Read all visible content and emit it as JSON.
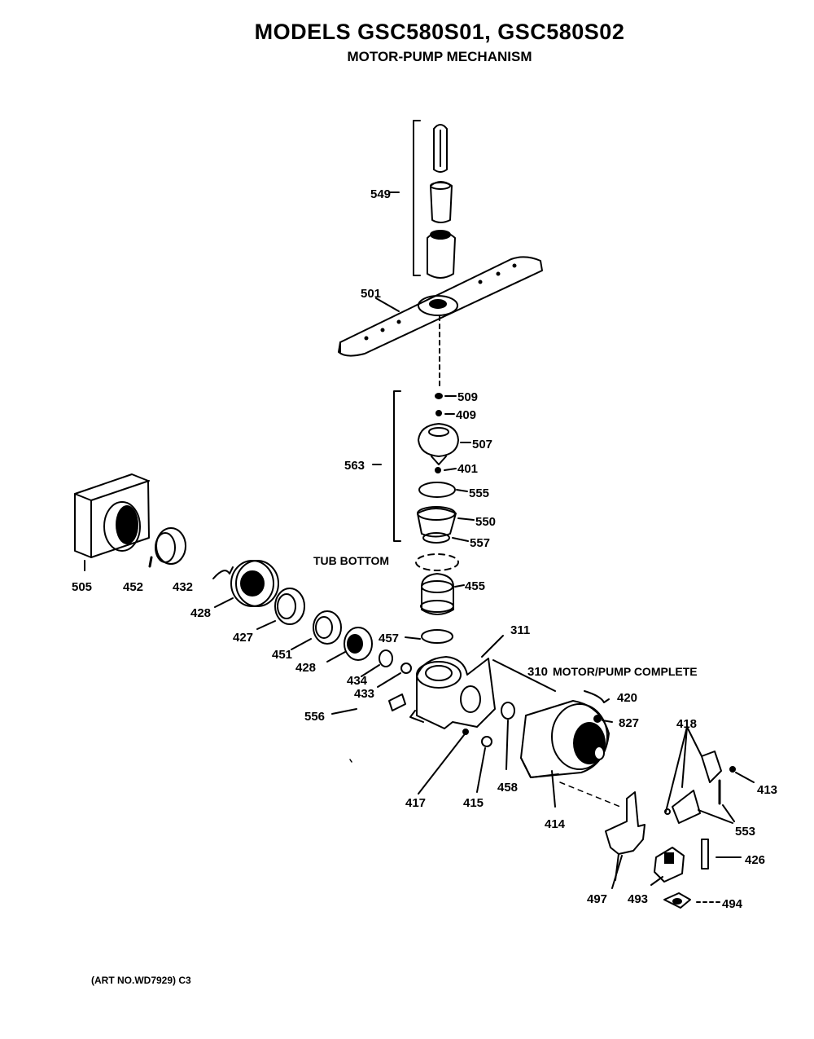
{
  "header": {
    "title": "MODELS GSC580S01, GSC580S02",
    "subtitle": "MOTOR-PUMP MECHANISM"
  },
  "footer": {
    "art_no": "(ART NO.WD7929) C3"
  },
  "callouts": {
    "tub_bottom": "TUB BOTTOM",
    "motor_pump_complete": "MOTOR/PUMP COMPLETE"
  },
  "parts": {
    "p549": "549",
    "p501": "501",
    "p509": "509",
    "p409": "409",
    "p507": "507",
    "p563": "563",
    "p401": "401",
    "p555": "555",
    "p550": "550",
    "p557": "557",
    "p455": "455",
    "p505": "505",
    "p452": "452",
    "p432": "432",
    "p428a": "428",
    "p427": "427",
    "p451": "451",
    "p428b": "428",
    "p457": "457",
    "p311": "311",
    "p310": "310",
    "p434": "434",
    "p433": "433",
    "p556": "556",
    "p420": "420",
    "p827": "827",
    "p418": "418",
    "p413": "413",
    "p417": "417",
    "p415": "415",
    "p458": "458",
    "p414": "414",
    "p553": "553",
    "p426": "426",
    "p497": "497",
    "p493": "493",
    "p494": "494"
  }
}
